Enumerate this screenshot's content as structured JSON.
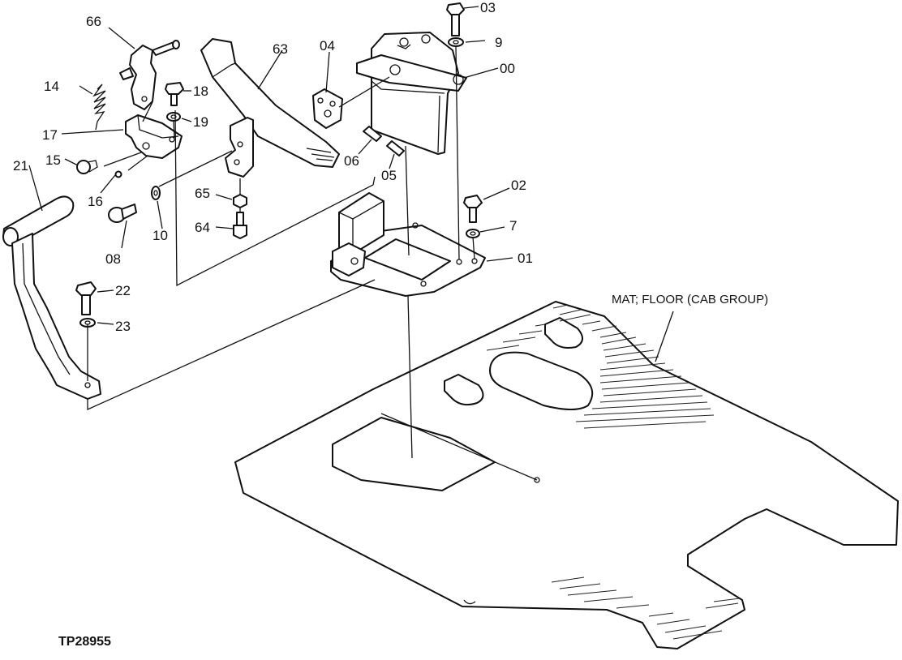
{
  "figure_id": "TP28955",
  "assembly_label": "MAT; FLOOR (CAB GROUP)",
  "callouts": {
    "c00": "00",
    "c01": "01",
    "c02": "02",
    "c03": "03",
    "c04": "04",
    "c05": "05",
    "c06": "06",
    "c07": "7",
    "c08": "08",
    "c09": "9",
    "c10": "10",
    "c14": "14",
    "c15": "15",
    "c16": "16",
    "c17": "17",
    "c18": "18",
    "c19": "19",
    "c21": "21",
    "c22": "22",
    "c23": "23",
    "c63": "63",
    "c64": "64",
    "c65": "65",
    "c66": "66"
  }
}
